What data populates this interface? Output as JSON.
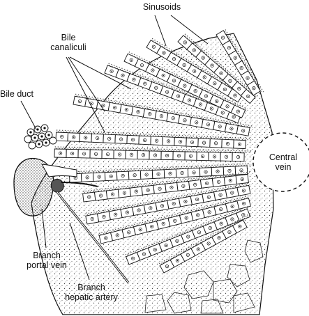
{
  "labels": {
    "sinusoids": "Sinusoids",
    "bile_canaliculi": "Bile\ncanaliculi",
    "bile_duct": "Bile duct",
    "central_vein": "Central\nvein",
    "branch_portal_vein": "Branch\nportal vein",
    "branch_hepatic_artery": "Branch\nhepatic artery"
  },
  "colors": {
    "ink": "#111111",
    "paper": "#ffffff",
    "vessel": "#8a8a8a",
    "stipple": "#4a4a4a"
  }
}
